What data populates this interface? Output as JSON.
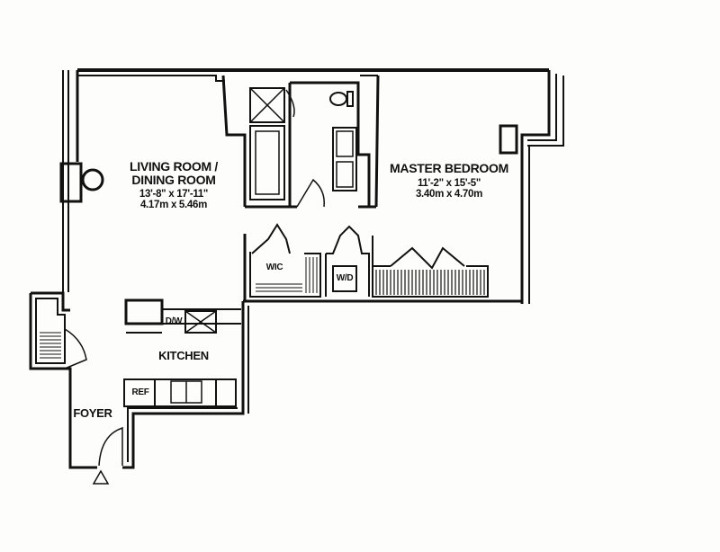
{
  "floorplan": {
    "rooms": {
      "living": {
        "name_line1": "LIVING ROOM /",
        "name_line2": "DINING ROOM",
        "dim_imperial": "13'-8\" x 17'-11\"",
        "dim_metric": "4.17m x 5.46m"
      },
      "master": {
        "name": "MASTER BEDROOM",
        "dim_imperial": "11'-2\" x 15'-5\"",
        "dim_metric": "3.40m x 4.70m"
      },
      "kitchen": {
        "name": "KITCHEN"
      },
      "foyer": {
        "name": "FOYER"
      },
      "wic": {
        "name": "WIC"
      },
      "wd": {
        "name": "W/D"
      }
    },
    "fixtures": {
      "dishwasher": "D/W",
      "refrigerator": "REF"
    },
    "colors": {
      "line": "#111111",
      "background": "#fdfdfc"
    }
  }
}
